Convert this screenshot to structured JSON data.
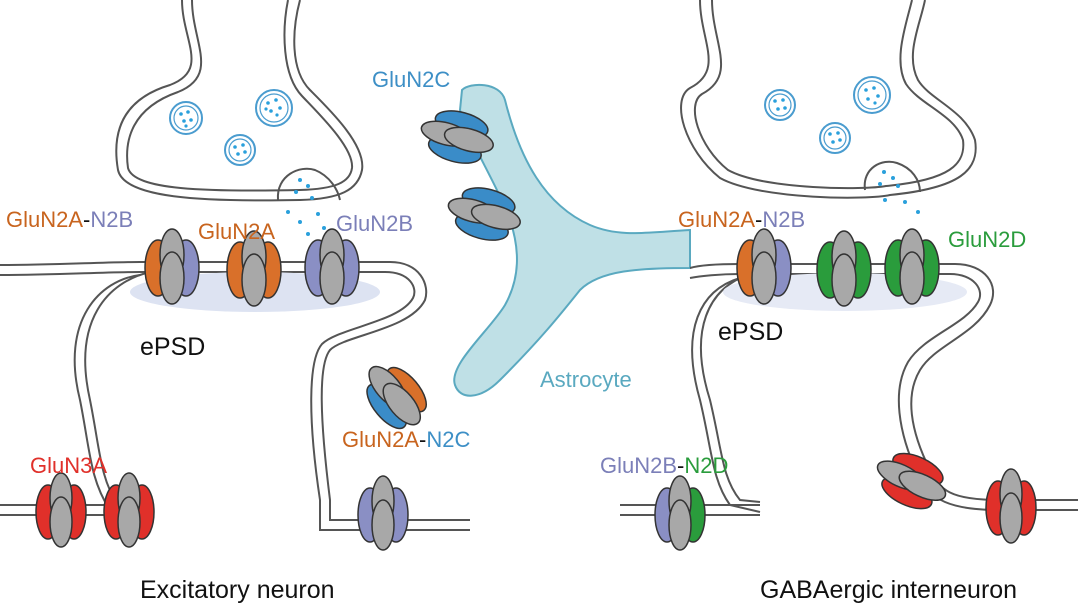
{
  "labels": {
    "left_glun2a_n2b_a": "GluN2A",
    "left_glun2a_n2b_dash": "-",
    "left_glun2a_n2b_b": "N2B",
    "left_glun2a": "GluN2A",
    "left_glun2b": "GluN2B",
    "left_epsd": "ePSD",
    "left_glun3a": "GluN3A",
    "glun2c": "GluN2C",
    "glun2a_n2c_a": "GluN2A",
    "glun2a_n2c_dash": "-",
    "glun2a_n2c_b": "N2C",
    "astrocyte": "Astrocyte",
    "right_glun2a_n2b_a": "GluN2A",
    "right_glun2a_n2b_dash": "-",
    "right_glun2a_n2b_b": "N2B",
    "right_glun2d": "GluN2D",
    "right_epsd": "ePSD",
    "right_glun2b_n2d_a": "GluN2B",
    "right_glun2b_n2d_dash": "-",
    "right_glun2b_n2d_b": "N2D",
    "caption_left": "Excitatory neuron",
    "caption_right": "GABAergic interneuron"
  },
  "colors": {
    "glun2a": "#d9702a",
    "glun2b": "#8a8fc4",
    "glun2c": "#3a8cc8",
    "glun2d": "#2a9c3c",
    "glun3a": "#e0302a",
    "glun1": "#a8a8a8",
    "astrocyte": "#bfe0e6",
    "psd": "#dde3f2",
    "vesicle_dots": "#2aa0dc"
  }
}
